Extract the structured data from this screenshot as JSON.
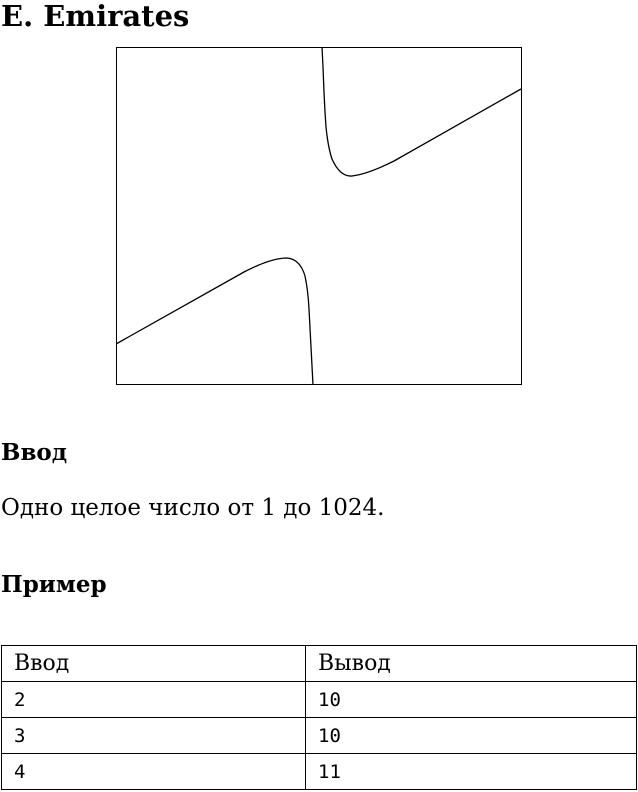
{
  "problem": {
    "title": "E. Emirates"
  },
  "input_section": {
    "heading": "Ввод",
    "text": "Одно целое число от 1 до 1024."
  },
  "example_section": {
    "heading": "Пример"
  },
  "examples_table": {
    "headers": [
      "Ввод",
      "Вывод"
    ],
    "rows": [
      [
        "2",
        "10"
      ],
      [
        "3",
        "10"
      ],
      [
        "4",
        "11"
      ]
    ]
  }
}
